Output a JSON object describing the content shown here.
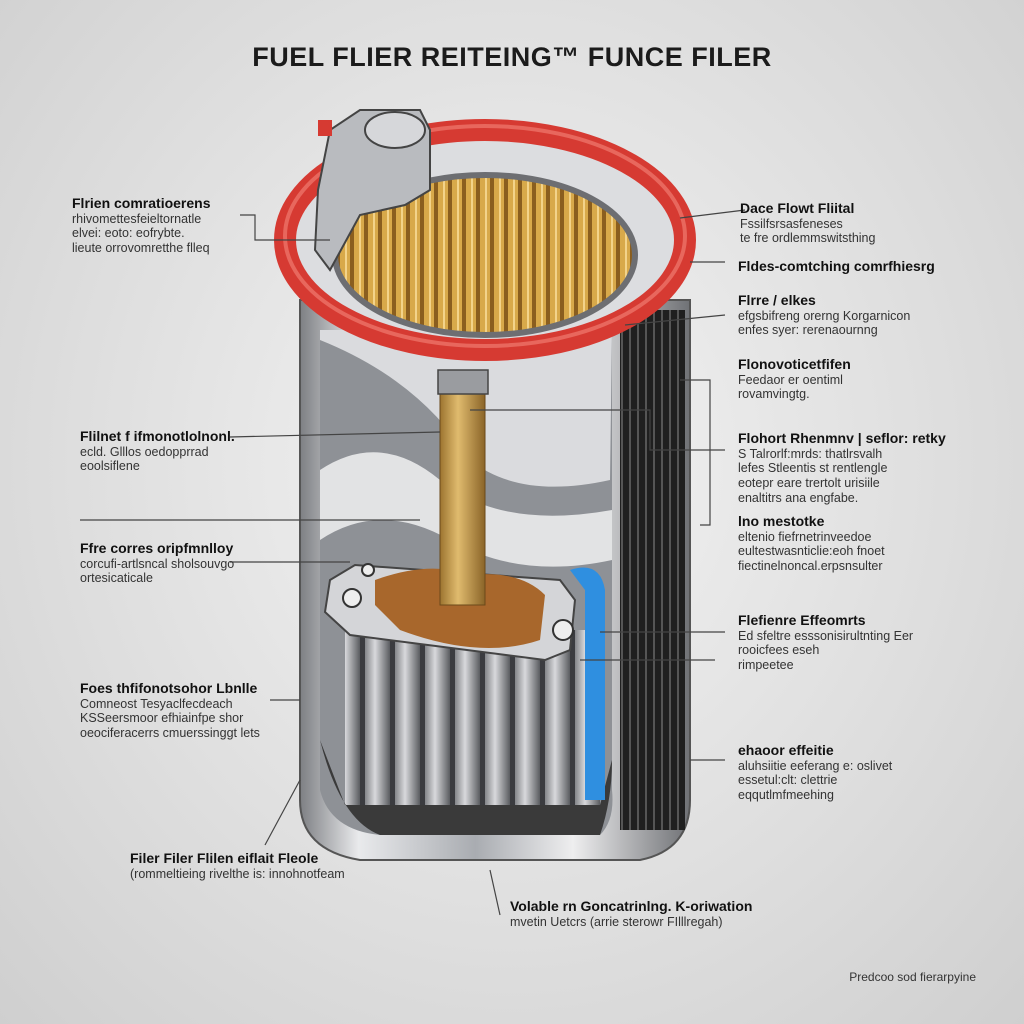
{
  "title": "FUEL  FLIER  REITEING™ FUNCE FILER",
  "footer": "Predcoo sod fierarpyine",
  "labels": {
    "left_1": {
      "heading": "Flrien comratioerens",
      "lines": [
        "rhivomettesfeieltornatle",
        "elvei: eoto: eofrybte.",
        "lieute orrovomretthe flleq"
      ]
    },
    "left_2": {
      "heading": "Flilnet f ifmonotlolnonl.",
      "lines": [
        "ecld. Glllos oedopprrad",
        "eoolsiflene"
      ]
    },
    "left_3": {
      "heading": "Ffre corres oripfmnlloy",
      "lines": [
        "corcufi-artlsncal sholsouvgo",
        "ortesicaticale"
      ]
    },
    "left_4": {
      "heading": "Foes thfifonotsohor Lbnlle",
      "lines": [
        "Comneost Tesyaclfecdeach",
        "KSSeersmoor efhiainfpe shor",
        "oeociferacerrs cmuerssinggt lets"
      ]
    },
    "left_5": {
      "heading": "Filer Filer Flilen eiflait Fleole",
      "lines": [
        "(rommeltieing rivelthe is: innohnotfeam"
      ]
    },
    "right_1": {
      "heading": "Dace Flowt Fliital",
      "lines": [
        "Fssilfsrsasfeneses",
        "te fre ordlemmswitsthing"
      ]
    },
    "right_2": {
      "heading": "Fldes-comtching comrfhiesrg",
      "lines": []
    },
    "right_3": {
      "heading": "Flrre / elkes",
      "lines": [
        "efgsbifreng orerng Korgarnicon",
        "enfes syer: rerenaournng"
      ]
    },
    "right_4": {
      "heading": "Flonovoticetfifen",
      "lines": [
        "Feedaor er oentiml",
        "rovamvingtg."
      ]
    },
    "right_5": {
      "heading": "Flohort Rhenmnv | seflor: retky",
      "lines": [
        "S Talrorlf:mrds: thatlrsvalh",
        "lefes Stleentis st rentlengle",
        "eotepr eare trertolt urisiile",
        "enaltitrs ana engfabe."
      ]
    },
    "right_6": {
      "heading": "lno mestotke",
      "lines": [
        "eltenio fiefrnetrinveedoe",
        "eultestwasnticlie:eoh fnoet",
        "fiectinelnoncal.erpsnsulter"
      ]
    },
    "right_7": {
      "heading": "Flefienre Effeomrts",
      "lines": [
        "Ed sfeltre esssonisirultnting Eer",
        "rooicfees eseh",
        "rimpeetee"
      ]
    },
    "right_8": {
      "heading": "ehaoor effeitie",
      "lines": [
        "aluhsiitie eeferang e: oslivet",
        "essetul:clt: clettrie",
        "eqqutlmfmeehing"
      ]
    },
    "bottom_1": {
      "heading": "Volable rn Goncatrinlng. K-oriwation",
      "lines": [
        "mvetin Uetcrs (arrie sterowr FIlllregah)"
      ]
    }
  },
  "colors": {
    "gasket_red": "#d63a32",
    "filter_media": "#c79a45",
    "blue_seal": "#2f8fe0",
    "metal": "#bfc2c6",
    "dark_pleats": "#2a2a2a"
  }
}
